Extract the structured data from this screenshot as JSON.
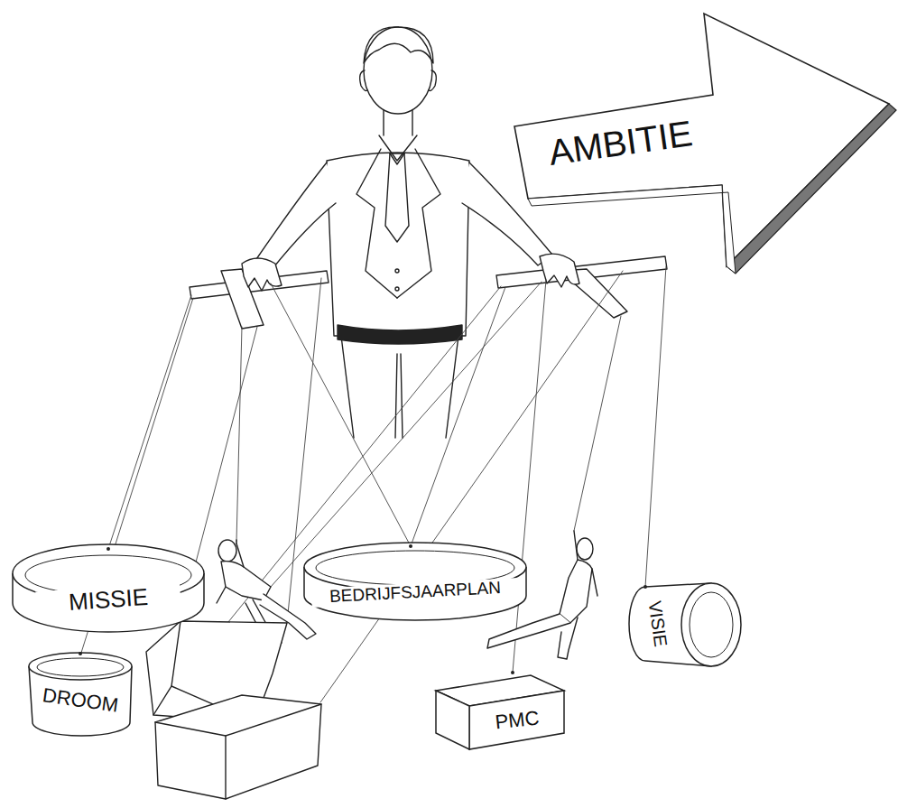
{
  "diagram": {
    "nodes": [
      {
        "text": [
          "AMBITIE"
        ]
      },
      {
        "text": [
          "MISSIE"
        ]
      },
      {
        "text": [
          "BEDRIJFSJAARPLAN"
        ]
      },
      {
        "text": [
          "DROOM"
        ]
      },
      {
        "text": [
          "PMC"
        ]
      },
      {
        "text": [
          "VISIE"
        ]
      }
    ]
  }
}
